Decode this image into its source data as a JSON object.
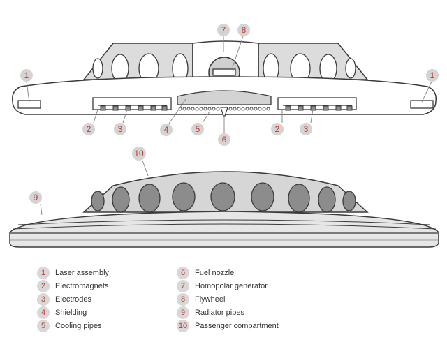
{
  "callouts": {
    "c1a": "1",
    "c1b": "1",
    "c2a": "2",
    "c2b": "2",
    "c3a": "3",
    "c3b": "3",
    "c4": "4",
    "c5": "5",
    "c6": "6",
    "c7": "7",
    "c8": "8",
    "c9": "9",
    "c10": "10"
  },
  "legend": [
    {
      "num": "1",
      "label": "Laser assembly"
    },
    {
      "num": "2",
      "label": "Electromagnets"
    },
    {
      "num": "3",
      "label": "Electrodes"
    },
    {
      "num": "4",
      "label": "Shielding"
    },
    {
      "num": "5",
      "label": "Cooling pipes"
    },
    {
      "num": "6",
      "label": "Fuel nozzle"
    },
    {
      "num": "7",
      "label": "Homopolar generator"
    },
    {
      "num": "8",
      "label": "Flywheel"
    },
    {
      "num": "9",
      "label": "Radiator pipes"
    },
    {
      "num": "10",
      "label": "Passenger compartment"
    }
  ],
  "colors": {
    "fill_light": "#e6e6e6",
    "fill_mid": "#cfcfcf",
    "porthole": "#8c8c8c",
    "outline": "#3a3a3a",
    "label_red": "#c0392b"
  }
}
